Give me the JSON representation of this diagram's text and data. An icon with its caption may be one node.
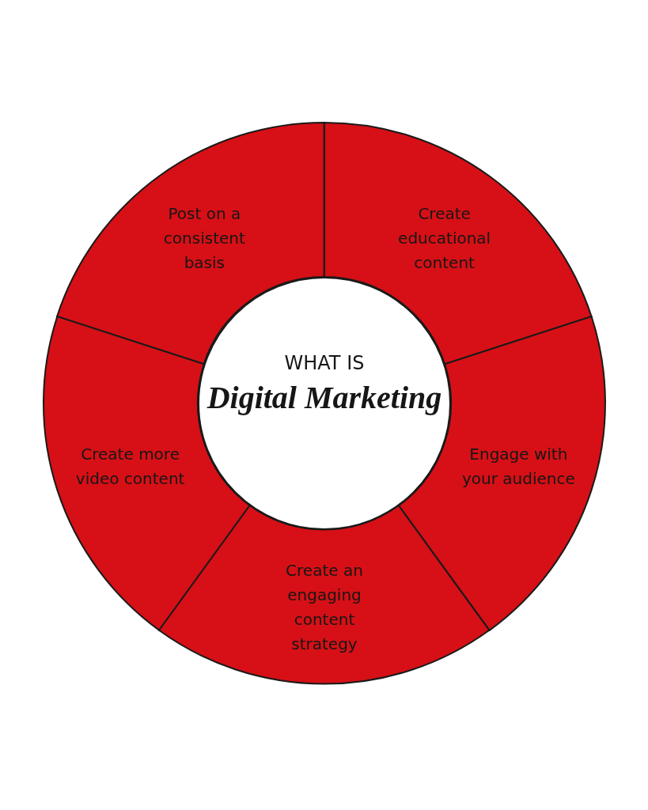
{
  "diagram": {
    "nodes": [
      {
        "text": [
          "WHAT IS",
          "Digital Marketing"
        ]
      },
      {
        "text": [
          "Post on a consistent basis"
        ]
      },
      {
        "text": [
          "Create educational content"
        ]
      },
      {
        "text": [
          "Create more video content"
        ]
      },
      {
        "text": [
          "Engage with your audience"
        ]
      },
      {
        "text": [
          "Create an engaging content strategy"
        ]
      }
    ]
  }
}
